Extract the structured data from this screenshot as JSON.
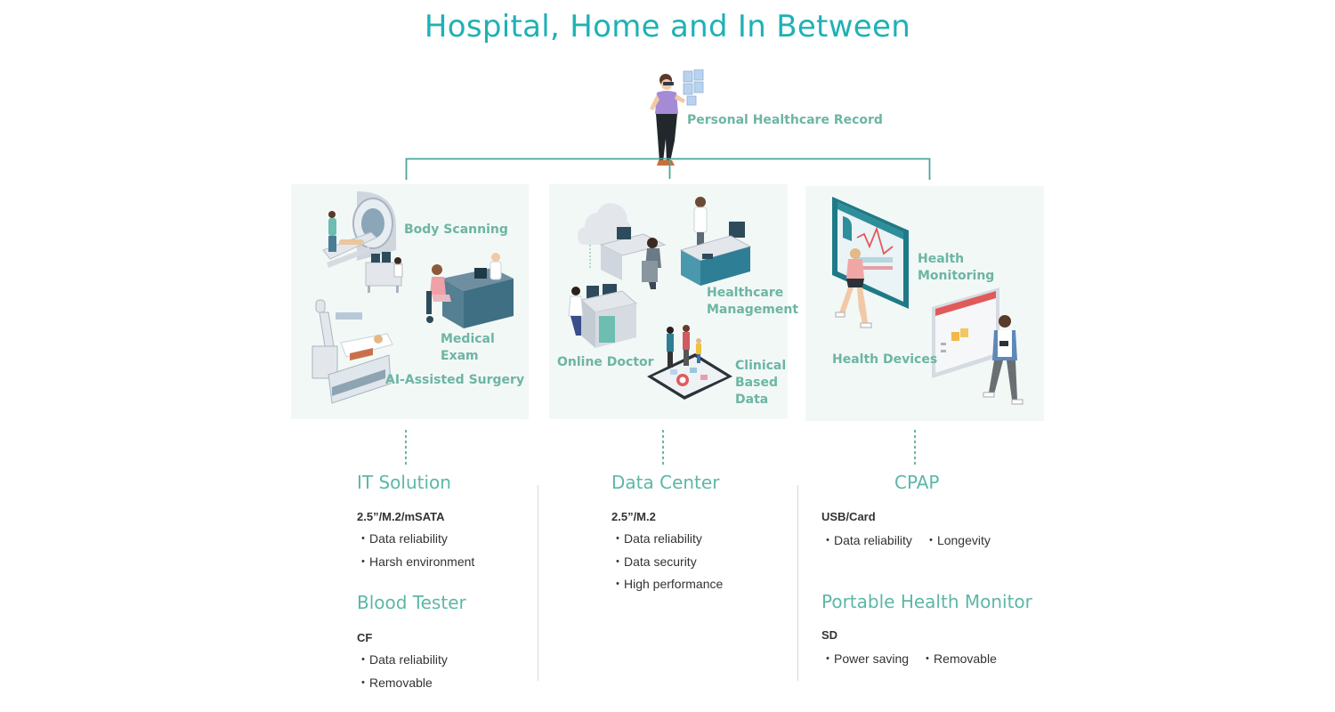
{
  "title": "Hospital, Home and In Between",
  "top": {
    "label": "Personal Healthcare Record"
  },
  "panels": [
    {
      "labels": [
        "Body Scanning",
        "Medical Exam",
        "AI-Assisted Surgery"
      ]
    },
    {
      "labels": [
        "Healthcare Management",
        "Online Doctor",
        "Clinical Based Data"
      ]
    },
    {
      "labels": [
        "Health Monitoring",
        "Health Devices"
      ]
    }
  ],
  "sections": {
    "it": {
      "title": "IT Solution",
      "sub": "2.5”/M.2/mSATA",
      "bullets": [
        "Data reliability",
        "Harsh environment"
      ]
    },
    "blood": {
      "title": "Blood Tester",
      "sub": "CF",
      "bullets": [
        "Data reliability",
        "Removable"
      ]
    },
    "dc": {
      "title": "Data Center",
      "sub": "2.5”/M.2",
      "bullets": [
        "Data reliability",
        "Data security",
        "High performance"
      ]
    },
    "cpap": {
      "title": "CPAP",
      "sub": "USB/Card",
      "bullets": [
        "Data reliability",
        "Longevity"
      ]
    },
    "phm": {
      "title": "Portable Health Monitor",
      "sub": "SD",
      "bullets": [
        "Power saving",
        "Removable"
      ]
    }
  },
  "colors": {
    "title": "#1fb1b6",
    "accent": "#6db5a3",
    "panel": "#f2f8f6",
    "connector": "#4aa69a"
  },
  "icons": [
    "person-vr-icon",
    "mri-scanner-icon",
    "doctor-desk-icon",
    "surgical-robot-icon",
    "cloud-icon",
    "workstation-icon",
    "reception-desk-icon",
    "tablet-family-icon",
    "fitness-screen-icon",
    "runner-icon",
    "device-screen-icon",
    "walking-man-icon"
  ]
}
